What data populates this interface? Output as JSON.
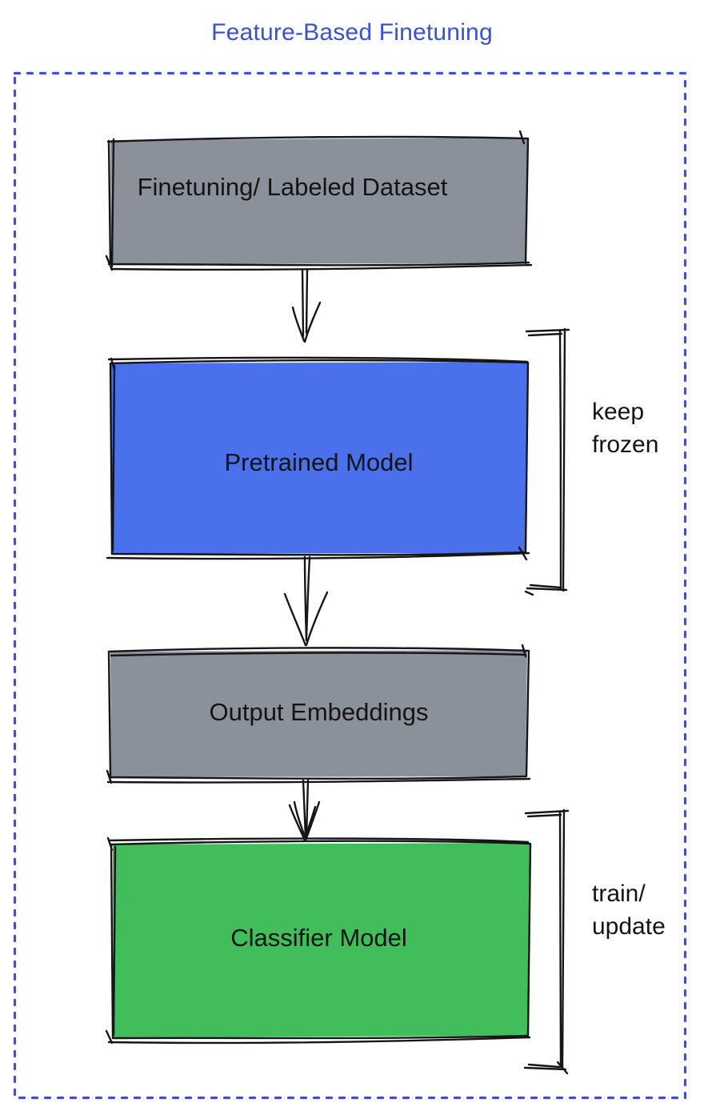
{
  "title": {
    "text": "Feature-Based Finetuning",
    "color": "#3a52cc"
  },
  "frame": {
    "style": "dashed",
    "color": "#3a52cc"
  },
  "canvas": {
    "background": "#ffffff",
    "ink": "#161616",
    "text_color": "#141414"
  },
  "nodes": [
    {
      "id": "finetuning-dataset",
      "label": "Finetuning/ Labeled Dataset",
      "fill": "#8a919b"
    },
    {
      "id": "pretrained-model",
      "label": "Pretrained Model",
      "fill": "#4a70ec"
    },
    {
      "id": "output-embeddings",
      "label": "Output Embeddings",
      "fill": "#8a919b"
    },
    {
      "id": "classifier-model",
      "label": "Classifier Model",
      "fill": "#41bd5c"
    }
  ],
  "edges": [
    {
      "from": "finetuning-dataset",
      "to": "pretrained-model"
    },
    {
      "from": "pretrained-model",
      "to": "output-embeddings"
    },
    {
      "from": "output-embeddings",
      "to": "classifier-model"
    }
  ],
  "annotations": [
    {
      "target": "pretrained-model",
      "lines": [
        "keep",
        "frozen"
      ]
    },
    {
      "target": "classifier-model",
      "lines": [
        "train/",
        "update"
      ]
    }
  ]
}
